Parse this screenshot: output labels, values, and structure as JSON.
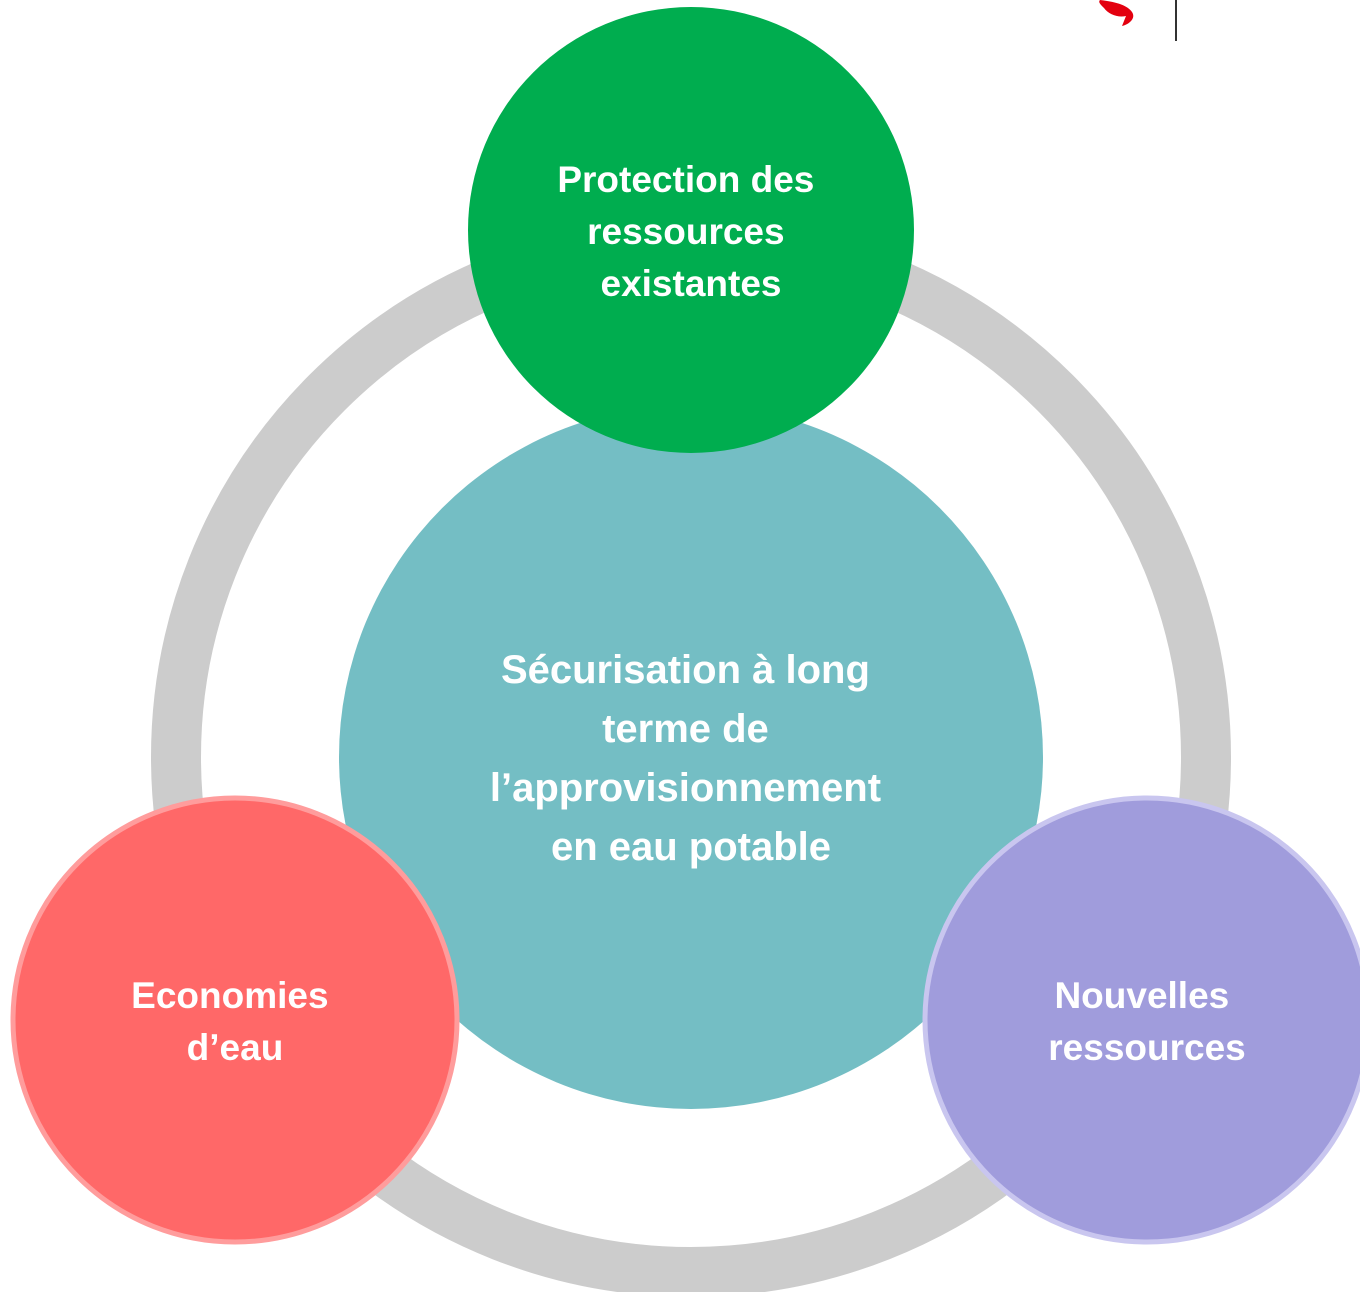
{
  "diagram": {
    "center": {
      "lines": [
        "Sécurisation à long",
        "terme de",
        "l’approvisionnement",
        "en eau potable"
      ],
      "color": "#74bec4"
    },
    "top": {
      "lines": [
        "Protection des",
        "ressources",
        "existantes"
      ],
      "color": "#00ad4f"
    },
    "left": {
      "lines": [
        "Economies",
        "d’eau"
      ],
      "color": "#ff6868",
      "border_color": "#ff9c9c"
    },
    "right": {
      "lines": [
        "Nouvelles",
        "ressources"
      ],
      "color": "#a09cdc",
      "border_color": "#c9c6ef"
    },
    "ring_color": "#cccccc",
    "logo": {
      "emblem_color": "#e3000f",
      "divider_color": "#333333"
    }
  }
}
